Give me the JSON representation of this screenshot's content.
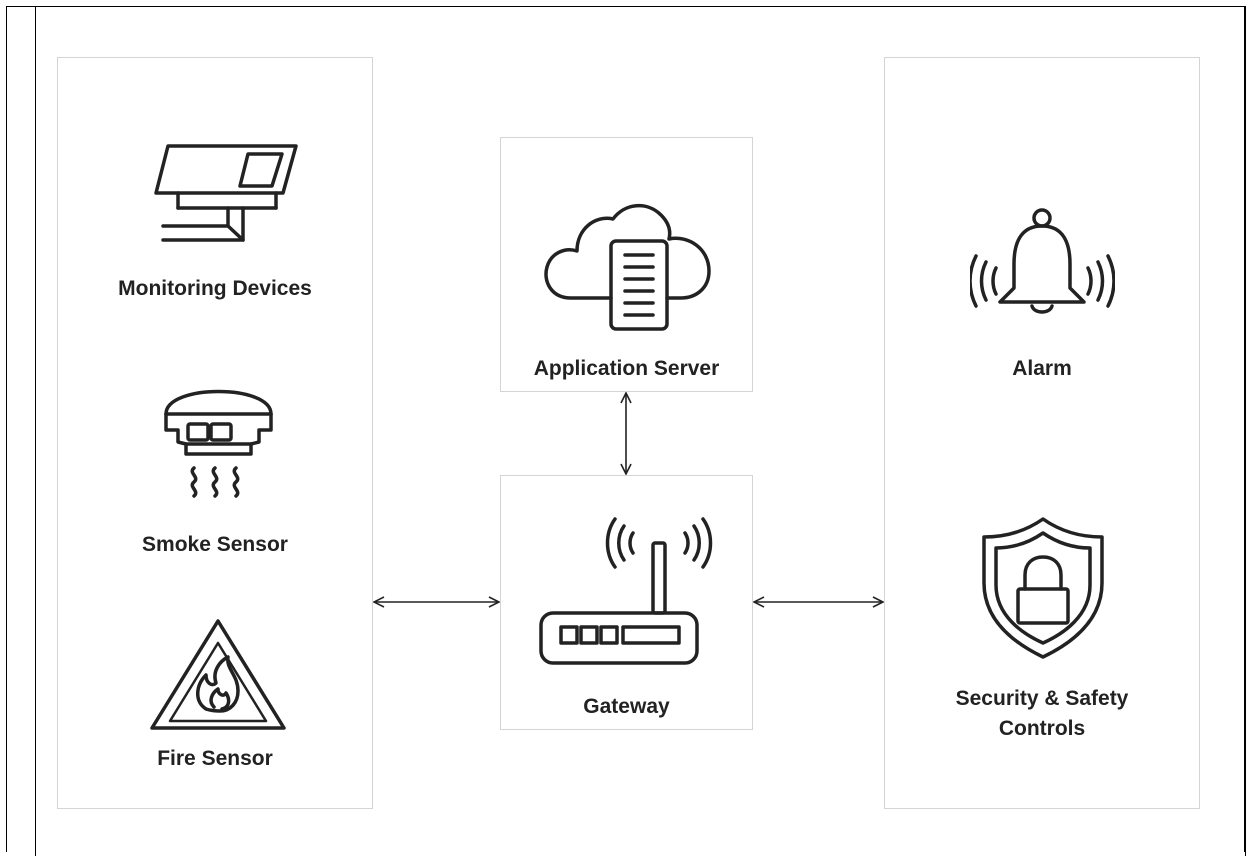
{
  "diagram": {
    "left_panel": {
      "items": [
        {
          "label": "Monitoring Devices",
          "icon": "cctv-camera-icon"
        },
        {
          "label": "Smoke Sensor",
          "icon": "smoke-detector-icon"
        },
        {
          "label": "Fire Sensor",
          "icon": "fire-warning-icon"
        }
      ]
    },
    "center": {
      "server": {
        "label": "Application Server",
        "icon": "cloud-server-icon"
      },
      "gateway": {
        "label": "Gateway",
        "icon": "wifi-router-icon"
      }
    },
    "right_panel": {
      "items": [
        {
          "label": "Alarm",
          "icon": "ringing-bell-icon"
        },
        {
          "label_line1": "Security & Safety",
          "label_line2": "Controls",
          "icon": "shield-lock-icon"
        }
      ]
    },
    "connections": [
      {
        "from": "Application Server",
        "to": "Gateway",
        "type": "bidirectional"
      },
      {
        "from": "Left panel",
        "to": "Gateway",
        "type": "bidirectional"
      },
      {
        "from": "Gateway",
        "to": "Right panel",
        "type": "bidirectional"
      }
    ],
    "colors": {
      "stroke": "#222222",
      "panel_border": "#d4d4d4",
      "text": "#222222"
    }
  }
}
